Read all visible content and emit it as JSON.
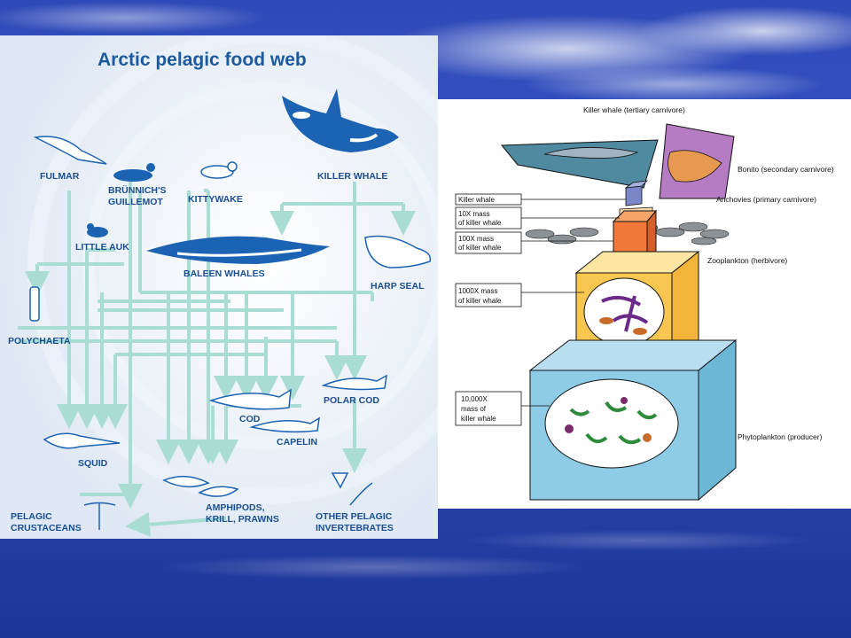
{
  "food_web": {
    "title": "Arctic pelagic food web",
    "labels": {
      "fulmar": "FULMAR",
      "brunnich_1": "BRÜNNICH'S",
      "brunnich_2": "GUILLEMOT",
      "kittywake": "KITTYWAKE",
      "killer_whale": "KILLER WHALE",
      "little_auk": "LITTLE AUK",
      "baleen": "BALEEN WHALES",
      "harp_seal": "HARP SEAL",
      "polychaeta": "POLYCHAETA",
      "polar_cod": "POLAR COD",
      "cod": "COD",
      "capelin": "CAPELIN",
      "squid": "SQUID",
      "amphipods_1": "AMPHIPODS,",
      "amphipods_2": "KRILL, PRAWNS",
      "pelagic_1": "PELAGIC",
      "pelagic_2": "CRUSTACEANS",
      "other_1": "OTHER PELAGIC",
      "other_2": "INVERTEBRATES"
    },
    "colors": {
      "arrow": "#a9dcd2",
      "text": "#1a4f8f",
      "animal": "#1d63b3"
    }
  },
  "pyramid": {
    "labels": {
      "killer_whale_top": "Killer whale (tertiary carnivore)",
      "bonito": "Bonito (secondary carnivore)",
      "anchovies": "Anchovies (primary carnivore)",
      "zooplankton": "Zooplankton (herbivore)",
      "phytoplankton": "Phytoplankton (producer)"
    },
    "boxes": {
      "kw": "Killer whale",
      "m10_1": "10X mass",
      "m10_2": "of killer whale",
      "m100_1": "100X mass",
      "m100_2": "of killer whale",
      "m1000_1": "1000X mass",
      "m1000_2": "of killer whale",
      "m10000_1": "10,000X",
      "m10000_2": "mass of",
      "m10000_3": "killer whale"
    },
    "colors": {
      "zoo": "#f9c64f",
      "phyto": "#8ecbe6",
      "anch": "#f0793a",
      "bonito_bg": "#b67cc3",
      "kw_cube": "#7a86c8"
    }
  }
}
